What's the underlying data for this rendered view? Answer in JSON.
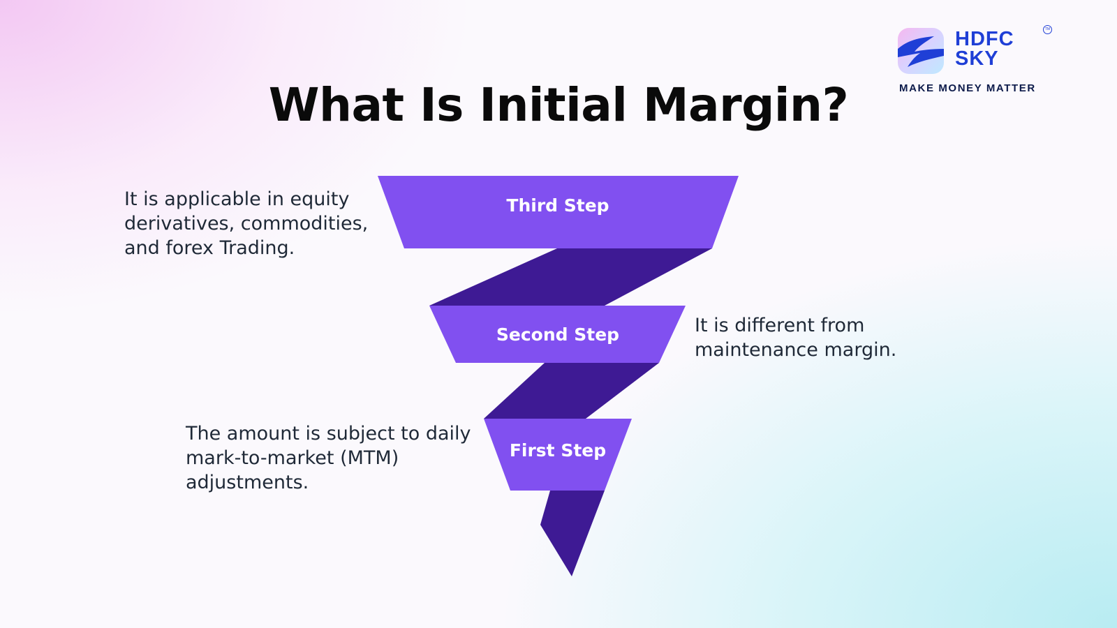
{
  "title": "What Is Initial Margin?",
  "logo": {
    "line1": "HDFC",
    "line2": "SKY",
    "tm": "TM",
    "tagline": "MAKE MONEY MATTER",
    "brand_color": "#1f3fd6"
  },
  "steps": [
    {
      "label": "Third Step"
    },
    {
      "label": "Second Step"
    },
    {
      "label": "First Step"
    }
  ],
  "notes": [
    {
      "text": "It is applicable in equity derivatives, commodities, and forex Trading."
    },
    {
      "text": "It is different from maintenance margin."
    },
    {
      "text": "The amount is subject to daily mark-to-market (MTM) adjustments."
    }
  ],
  "colors": {
    "trapezoid": "#8150f0",
    "connector": "#3e1a94"
  }
}
